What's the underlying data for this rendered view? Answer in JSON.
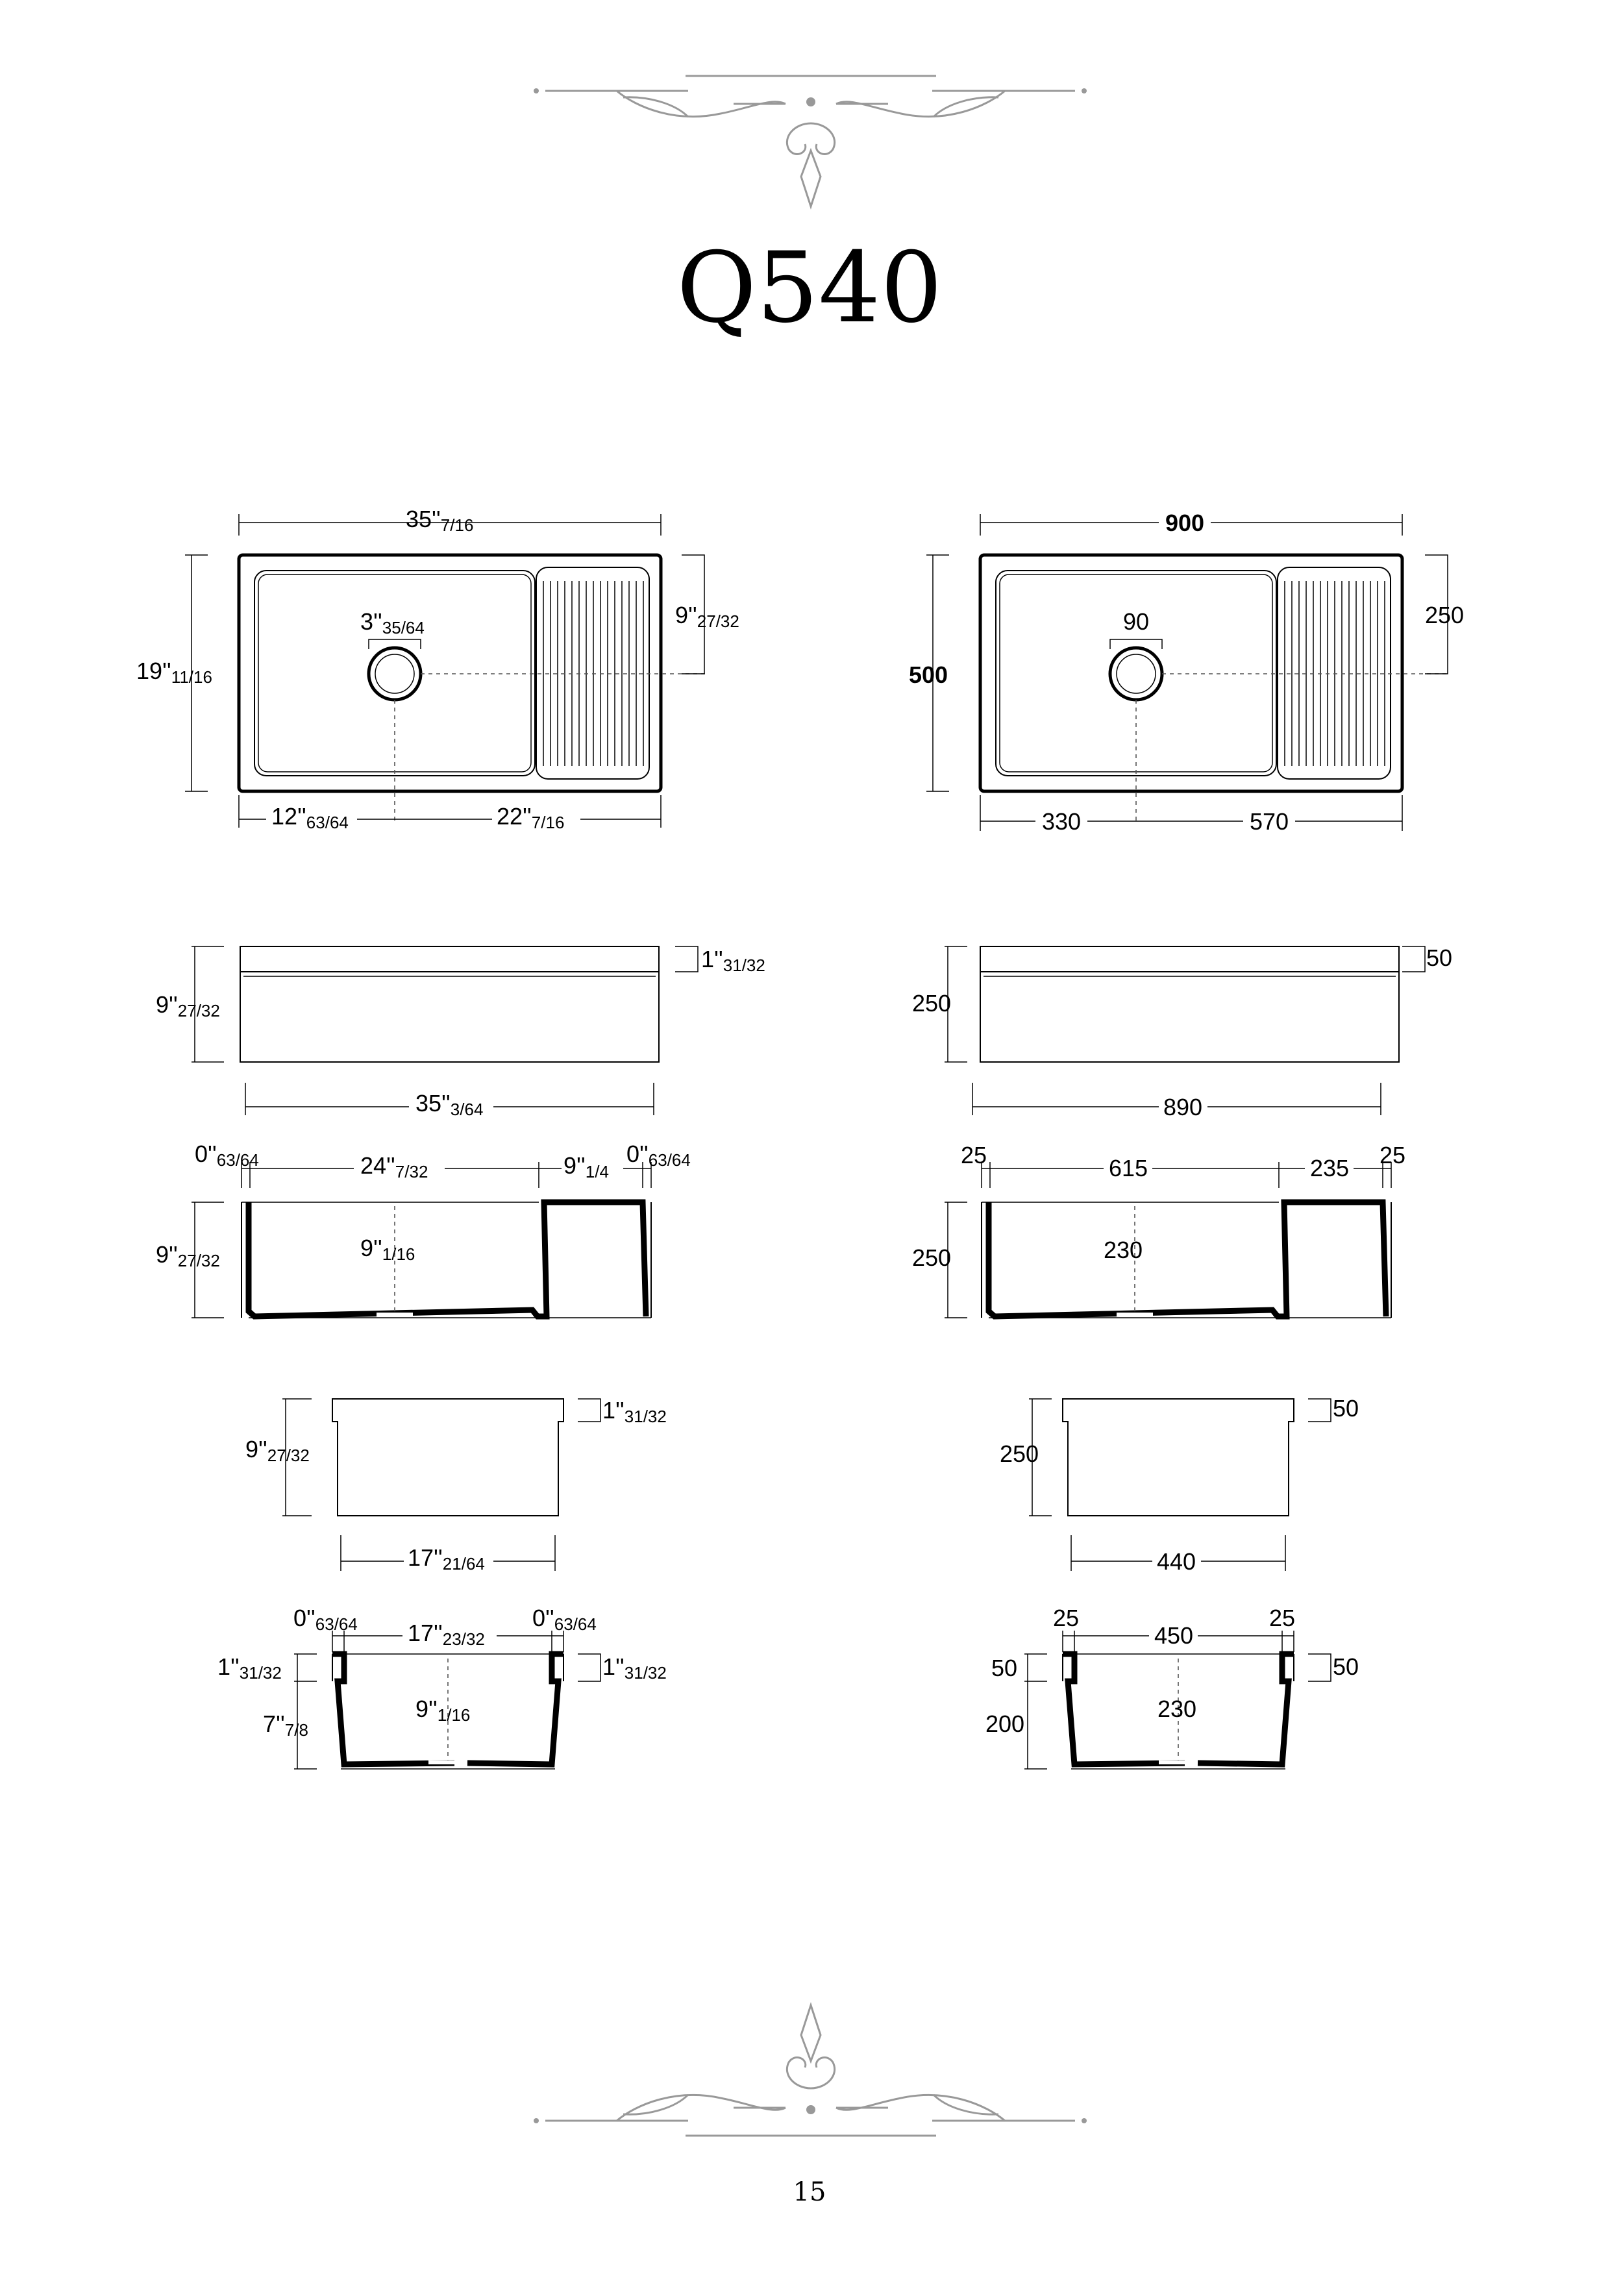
{
  "title": "Q540",
  "page_number": "15",
  "imperial": {
    "plan": {
      "width": {
        "int": "35''",
        "frac": "7/16"
      },
      "depth": {
        "int": "19''",
        "frac": "11/16"
      },
      "drain_dia": {
        "int": "3''",
        "frac": "35/64"
      },
      "drain_offset_y": {
        "int": "9''",
        "frac": "27/32"
      },
      "drain_left": {
        "int": "12''",
        "frac": "63/64"
      },
      "drain_right": {
        "int": "22''",
        "frac": "7/16"
      }
    },
    "front": {
      "height": {
        "int": "9''",
        "frac": "27/32"
      },
      "lip": {
        "int": "1''",
        "frac": "31/32"
      },
      "width": {
        "int": "35''",
        "frac": "3/64"
      }
    },
    "long_section": {
      "wall_left": {
        "int": "0''",
        "frac": "63/64"
      },
      "basin": {
        "int": "24''",
        "frac": "7/32"
      },
      "drainboard": {
        "int": "9''",
        "frac": "1/4"
      },
      "wall_right": {
        "int": "0''",
        "frac": "63/64"
      },
      "height": {
        "int": "9''",
        "frac": "27/32"
      },
      "inner_depth": {
        "int": "9''",
        "frac": "1/16"
      }
    },
    "side": {
      "height": {
        "int": "9''",
        "frac": "27/32"
      },
      "lip": {
        "int": "1''",
        "frac": "31/32"
      },
      "width": {
        "int": "17''",
        "frac": "21/64"
      }
    },
    "cross_section": {
      "wall_left": {
        "int": "0''",
        "frac": "63/64"
      },
      "inner": {
        "int": "17''",
        "frac": "23/32"
      },
      "wall_right": {
        "int": "0''",
        "frac": "63/64"
      },
      "rim_left": {
        "int": "1''",
        "frac": "31/32"
      },
      "rim_right": {
        "int": "1''",
        "frac": "31/32"
      },
      "lower": {
        "int": "7''",
        "frac": "7/8"
      },
      "inner_depth": {
        "int": "9''",
        "frac": "1/16"
      }
    }
  },
  "metric": {
    "plan": {
      "width": "900",
      "depth": "500",
      "drain_dia": "90",
      "drain_offset_y": "250",
      "drain_left": "330",
      "drain_right": "570"
    },
    "front": {
      "height": "250",
      "lip": "50",
      "width": "890"
    },
    "long_section": {
      "wall_left": "25",
      "basin": "615",
      "drainboard": "235",
      "wall_right": "25",
      "height": "250",
      "inner_depth": "230"
    },
    "side": {
      "height": "250",
      "lip": "50",
      "width": "440"
    },
    "cross_section": {
      "wall_left": "25",
      "inner": "450",
      "wall_right": "25",
      "rim_left": "50",
      "rim_right": "50",
      "lower": "200",
      "inner_depth": "230"
    }
  }
}
